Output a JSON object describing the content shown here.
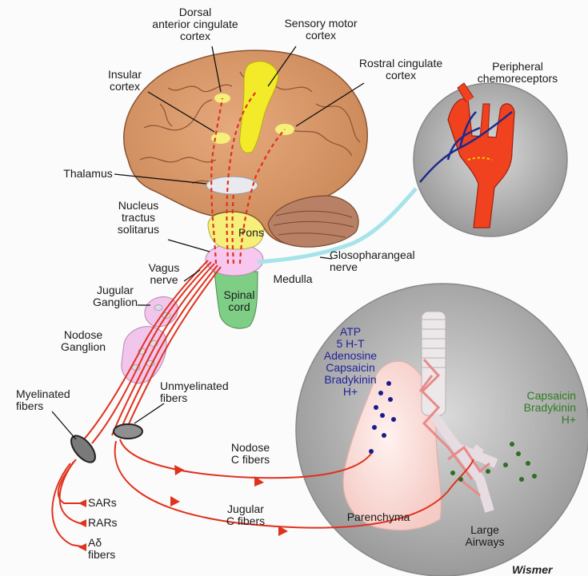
{
  "labels": {
    "dorsal_acc": "Dorsal\nanterior cingulate\ncortex",
    "sensory_motor": "Sensory motor\ncortex",
    "insular": "Insular\ncortex",
    "rostral_cingulate": "Rostral cingulate\ncortex",
    "peripheral_chemoreceptors": "Peripheral\nchemoreceptors",
    "thalamus": "Thalamus",
    "nts": "Nucleus\ntractus\nsolitarus",
    "pons": "Pons",
    "glossopharyngeal": "Glosopharangeal\nnerve",
    "vagus": "Vagus\nnerve",
    "medulla": "Medulla",
    "jugular_ganglion": "Jugular\nGanglion",
    "spinal_cord": "Spinal\ncord",
    "nodose_ganglion": "Nodose\nGanglion",
    "myelinated": "Myelinated\nfibers",
    "unmyelinated": "Unmyelinated\nfibers",
    "nodose_c": "Nodose\nC fibers",
    "jugular_c": "Jugular\nC fibers",
    "sars": "SARs",
    "rars": "RARs",
    "ad_fibers": "Aδ\nfibers",
    "parenchyma": "Parenchyma",
    "large_airways": "Large\nAirways",
    "stimuli_blue": "ATP\n5 H-T\nAdenosine\nCapsaicin\nBradykinin\nH+",
    "stimuli_green": "Capsaicin\nBradykinin\nH+",
    "watermark": "Wismer"
  },
  "colors": {
    "nerve_red": "#e0321e",
    "brain": "#d99a6c",
    "yellow": "#f3ea2a",
    "spinal_green": "#7fce86",
    "ganglion_pink": "#f2c6ec",
    "circle_gray": "#b9b9b9",
    "stimuli_blue": "#1c1c8c",
    "stimuli_green": "#2e7d22",
    "glossopharyngeal": "#a6e4ea"
  }
}
